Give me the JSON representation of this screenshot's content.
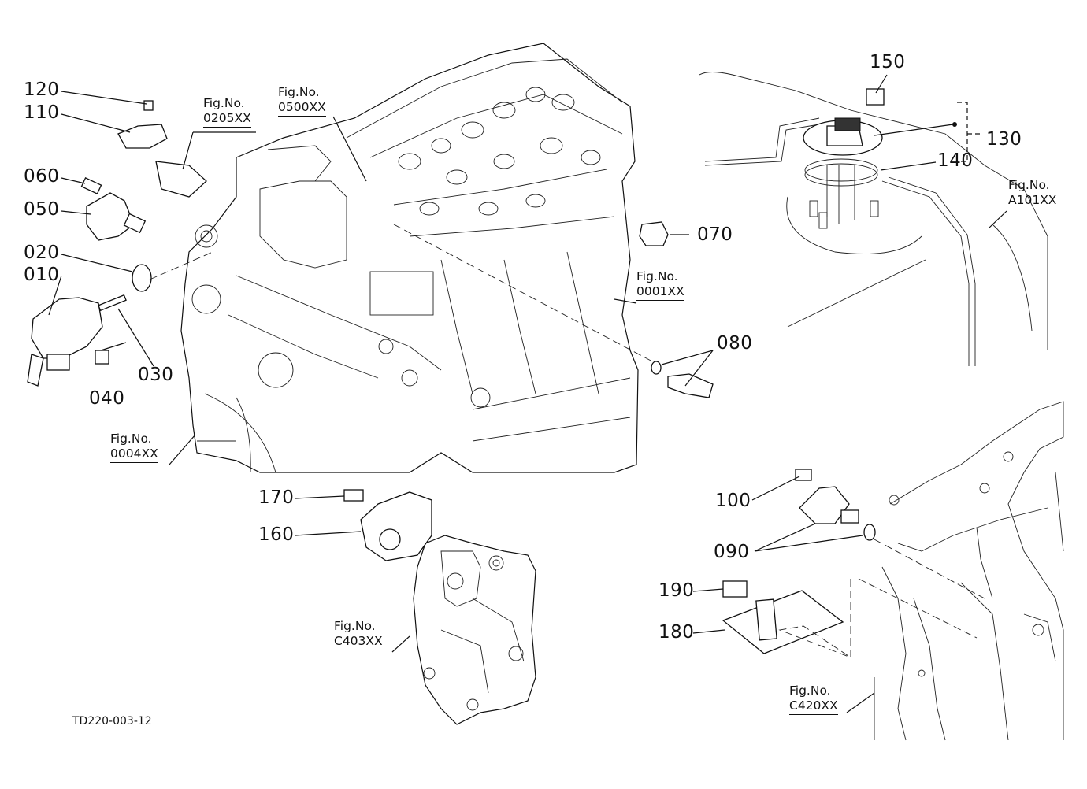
{
  "part_labels": {
    "p010": "010",
    "p020": "020",
    "p030": "030",
    "p040": "040",
    "p050": "050",
    "p060": "060",
    "p070": "070",
    "p080": "080",
    "p090": "090",
    "p100": "100",
    "p110": "110",
    "p120": "120",
    "p130": "130",
    "p140": "140",
    "p150": "150",
    "p160": "160",
    "p170": "170",
    "p180": "180",
    "p190": "190"
  },
  "figure_refs": {
    "fig_prefix": "Fig.No.",
    "f0205": "0205XX",
    "f0500": "0500XX",
    "f0001": "0001XX",
    "f0004": "0004XX",
    "fA101": "A101XX",
    "fC403": "C403XX",
    "fC420": "C420XX"
  },
  "drawing_code": "TD220-003-12",
  "colors": {
    "line": "#111111",
    "background": "#ffffff"
  }
}
